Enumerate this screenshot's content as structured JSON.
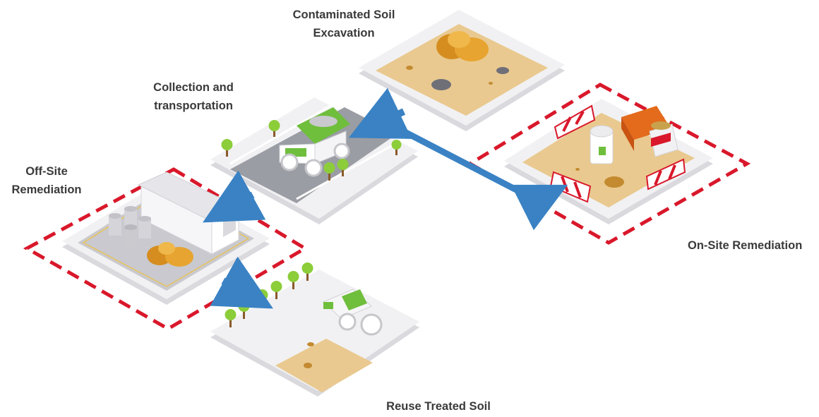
{
  "stages": {
    "excavation": {
      "lines": [
        "Contaminated Soil",
        "Excavation"
      ]
    },
    "collection": {
      "lines": [
        "Collection and",
        "transportation"
      ]
    },
    "off_site": {
      "lines": [
        "Off-Site",
        "Remediation"
      ]
    },
    "on_site": {
      "lines": [
        "On-Site Remediation"
      ]
    },
    "reuse": {
      "lines": [
        "Reuse Treated Soil"
      ]
    }
  },
  "colors": {
    "platform": "#f1f1f3",
    "platform_side": "#d9d9de",
    "soil": "#e9c98f",
    "dirt_pile": "#e7a430",
    "arrow": "#3a82c4",
    "dashed_border": "#d9182b",
    "vehicle_green": "#6fbe3c",
    "road": "#9a9da3",
    "tree_green": "#8ccd3a"
  }
}
